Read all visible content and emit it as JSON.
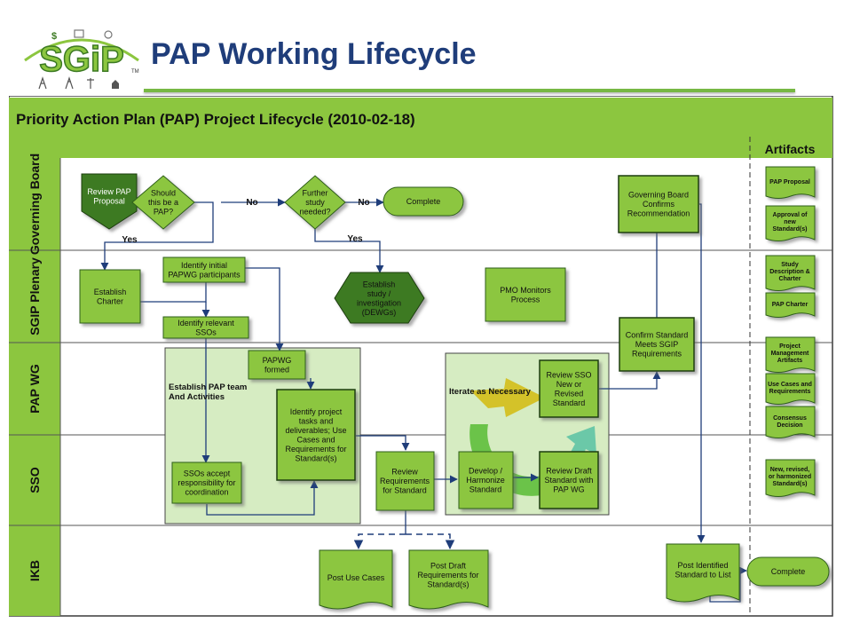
{
  "slide": {
    "title": "PAP Working Lifecycle",
    "logo_text": "SGiP",
    "logo_tm": "TM",
    "logo_dollar": "$",
    "brand_colors": {
      "green": "#8cc63f",
      "blue": "#1f3d7a",
      "dark_green": "#3c7a23"
    }
  },
  "diagram": {
    "header": "Priority Action Plan (PAP) Project Lifecycle (2010-02-18)",
    "artifacts_header": "Artifacts",
    "lanes": [
      "Governing Board",
      "SGIP Plenary",
      "PAP WG",
      "SSO",
      "IKB"
    ],
    "shapes": {
      "review_pap": [
        "Review PAP",
        "Proposal"
      ],
      "should_pap": [
        "Should",
        "this be a",
        "PAP?"
      ],
      "further_study": [
        "Further",
        "study",
        "needed?"
      ],
      "complete_top": [
        "Complete"
      ],
      "establish_charter": [
        "Establish",
        "Charter"
      ],
      "identify_initial": [
        "Identify initial",
        "PAPWG participants"
      ],
      "identify_ssos": [
        "Identify relevant",
        "SSOs"
      ],
      "establish_study": [
        "Establish",
        "study /",
        "investigation",
        "(DEWGs)"
      ],
      "pmo_monitors": [
        "PMO Monitors",
        "Process"
      ],
      "gov_confirms": [
        "Governing Board",
        "Confirms",
        "Recommendation"
      ],
      "confirm_standard": [
        "Confirm Standard",
        "Meets SGIP",
        "Requirements"
      ],
      "papwg_formed": [
        "PAPWG",
        "formed"
      ],
      "identify_tasks": [
        "Identify project",
        "tasks and",
        "deliverables; Use",
        "Cases and",
        "Requirements for",
        "Standard(s)"
      ],
      "review_sso": [
        "Review SSO",
        "New or",
        "Revised",
        "Standard"
      ],
      "ssos_accept": [
        "SSOs accept",
        "responsibility for",
        "coordination"
      ],
      "review_req": [
        "Review",
        "Requirements",
        "for Standard"
      ],
      "develop": [
        "Develop /",
        "Harmonize",
        "Standard"
      ],
      "review_draft": [
        "Review Draft",
        "Standard with",
        "PAP WG"
      ],
      "post_use_cases": [
        "Post Use Cases"
      ],
      "post_draft": [
        "Post Draft",
        "Requirements for",
        "Standard(s)"
      ],
      "post_identified": [
        "Post Identified",
        "Standard to List"
      ],
      "complete_bottom": [
        "Complete"
      ]
    },
    "group_labels": {
      "establish_team": [
        "Establish PAP team",
        "And Activities"
      ],
      "iterate": [
        "Iterate as Necessary"
      ]
    },
    "connector_labels": {
      "yes": "Yes",
      "no": "No"
    },
    "artifacts": [
      [
        "PAP Proposal"
      ],
      [
        "Approval of",
        "new",
        "Standard(s)"
      ],
      [
        "Study",
        "Description &",
        "Charter"
      ],
      [
        "PAP Charter"
      ],
      [
        "Project",
        "Management",
        "Artifacts"
      ],
      [
        "Use Cases and",
        "Requirements"
      ],
      [
        "Consensus",
        "Decision"
      ],
      [
        "New, revised,",
        "or harmonized",
        "Standard(s)"
      ]
    ]
  }
}
